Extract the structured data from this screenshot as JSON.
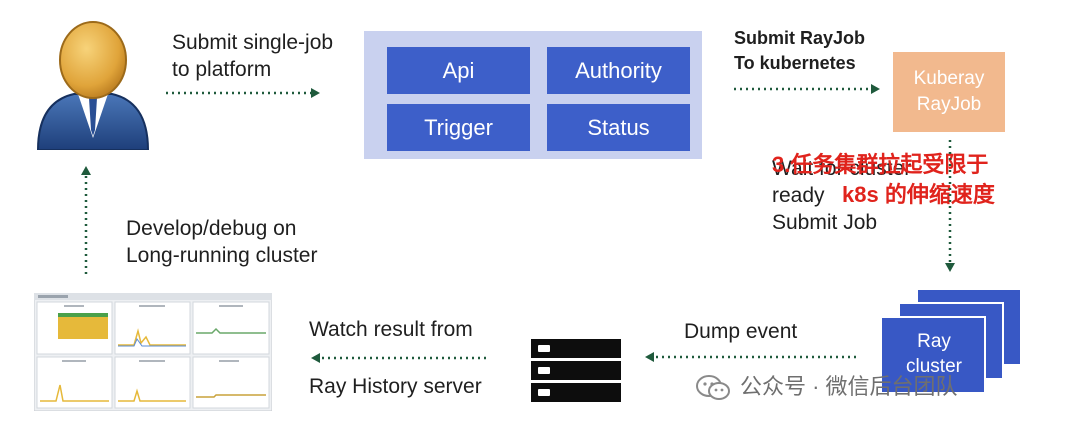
{
  "user_to_platform": [
    "Submit single-job",
    "to platform"
  ],
  "platform": {
    "cells": [
      "Api",
      "Authority",
      "Trigger",
      "Status"
    ]
  },
  "submit_rayjob": [
    "Submit RayJob",
    "To kubernetes"
  ],
  "kuberay": [
    "Kuberay",
    "RayJob"
  ],
  "wait_steps": [
    "Wait for cluster",
    "ready",
    "Submit Job"
  ],
  "annotation": [
    "3.任务集群拉起受限于",
    "k8s 的伸缩速度"
  ],
  "develop": [
    "Develop/debug on",
    "Long-running cluster"
  ],
  "ray_cluster": [
    "Ray",
    "cluster"
  ],
  "dump_event": "Dump event",
  "watch_result": [
    "Watch result from",
    "Ray History server"
  ],
  "watermark": "公众号 · 微信后台团队",
  "colors": {
    "block_blue": "#3d5fc9",
    "platform_bg": "#c9d1ef",
    "kuberay_orange": "#f2b98e",
    "annotation_red": "#e0231c",
    "connector_green": "#1f5a3c"
  },
  "icons": [
    "user-avatar-icon",
    "server-stack-icon",
    "wechat-icon",
    "dashboard-thumbnail"
  ]
}
